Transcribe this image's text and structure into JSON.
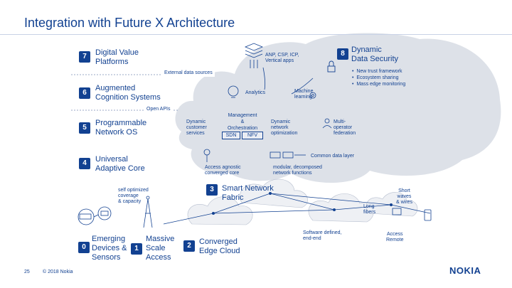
{
  "slide": {
    "title": "Integration with Future X Architecture",
    "page_number": "25",
    "copyright": "© 2018 Nokia",
    "logo_text": "NOKIA"
  },
  "layers": [
    {
      "num": "7",
      "label_lines": [
        "Digital Value",
        "Platforms"
      ]
    },
    {
      "num": "6",
      "label_lines": [
        "Augmented",
        "Cognition Systems"
      ]
    },
    {
      "num": "5",
      "label_lines": [
        "Programmable",
        "Network OS"
      ]
    },
    {
      "num": "4",
      "label_lines": [
        "Universal",
        "Adaptive Core"
      ]
    },
    {
      "num": "3",
      "label_lines": [
        "Smart Network",
        "Fabric"
      ]
    },
    {
      "num": "2",
      "label_lines": [
        "Converged",
        "Edge Cloud"
      ]
    },
    {
      "num": "1",
      "label_lines": [
        "Massive",
        "Scale",
        "Access"
      ]
    },
    {
      "num": "0",
      "label_lines": [
        "Emerging",
        "Devices &",
        "Sensors"
      ]
    }
  ],
  "security": {
    "num": "8",
    "label_lines": [
      "Dynamic",
      "Data Security"
    ],
    "bullets": [
      "New trust framework",
      "Ecosystem sharing",
      "Mass edge monitoring"
    ]
  },
  "dividers": {
    "external": "External data sources",
    "open_apis": "Open APIs",
    "common_data": "Common data layer"
  },
  "cloud": {
    "apps_lines": [
      "ANP, CSP, ICP,",
      "Vertical apps"
    ],
    "analytics": "Analytics",
    "ml_lines": [
      "Machine",
      "learning"
    ],
    "dynamic_customer_lines": [
      "Dynamic",
      "customer",
      "services"
    ],
    "mano_lines": [
      "Management",
      "&",
      "Orchestration"
    ],
    "sdn": "SDN",
    "nfv": "NFV",
    "dyn_net_lines": [
      "Dynamic",
      "network",
      "optimization"
    ],
    "multi_op_lines": [
      "Multi-",
      "operator",
      "federation"
    ],
    "access_agnostic_lines": [
      "Access agnostic",
      "converged core"
    ],
    "modular_lines": [
      "modular, decomposed",
      "network functions"
    ]
  },
  "bottom": {
    "self_optimized_lines": [
      "self optimized",
      "coverage",
      "& capacity"
    ],
    "long_fibers_lines": [
      "Long",
      "fibers"
    ],
    "short_waves_lines": [
      "Short",
      "waves",
      "& wires"
    ],
    "sw_defined_lines": [
      "Software defined,",
      "end-end"
    ],
    "access_remote_lines": [
      "Access",
      "Remote"
    ]
  },
  "colors": {
    "brand": "#124191",
    "cloud_gray": "#dde1e8",
    "cloud_light": "#eef0f4",
    "white": "#ffffff"
  }
}
